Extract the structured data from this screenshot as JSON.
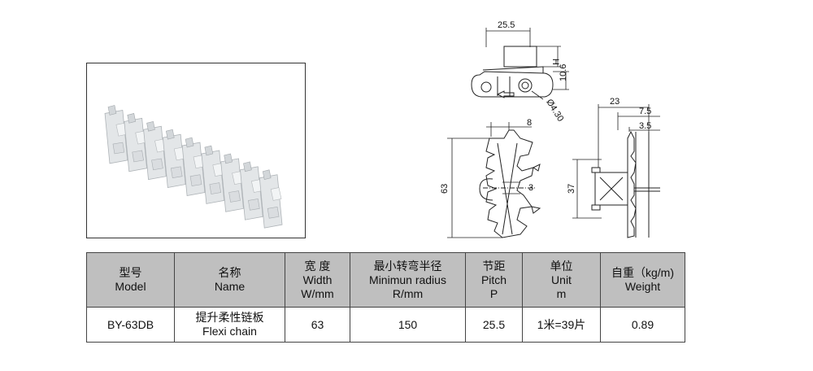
{
  "drawing": {
    "dims": {
      "top_width": "25.5",
      "height_h": "H",
      "height_10_6": "10.6",
      "hole_dia": "Ø4.30",
      "tooth": "8",
      "width_63": "63",
      "gap_3": "3",
      "side_23": "23",
      "side_7_5": "7.5",
      "side_3_5": "3.5",
      "side_37": "37"
    }
  },
  "table": {
    "headers": [
      {
        "cn": "型号",
        "en": "Model",
        "en2": ""
      },
      {
        "cn": "名称",
        "en": "Name",
        "en2": ""
      },
      {
        "cn": "宽 度",
        "en": "Width",
        "en2": "W/mm"
      },
      {
        "cn": "最小转弯半径",
        "en": "Minimun radius",
        "en2": "R/mm"
      },
      {
        "cn": "节距",
        "en": "Pitch",
        "en2": "P"
      },
      {
        "cn": "单位",
        "en": "Unit",
        "en2": "m"
      },
      {
        "cn": "自重（kg/m)",
        "en": "Weight",
        "en2": ""
      }
    ],
    "row": {
      "model": "BY-63DB",
      "name_cn": "提升柔性链板",
      "name_en": "Flexi chain",
      "width": "63",
      "radius": "150",
      "pitch": "25.5",
      "unit": "1米=39片",
      "weight": "0.89"
    }
  }
}
